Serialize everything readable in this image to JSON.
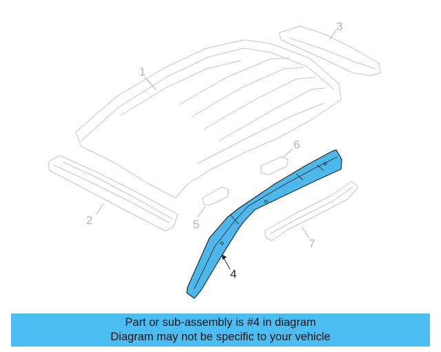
{
  "callouts": {
    "c1": "1",
    "c2": "2",
    "c3": "3",
    "c4": "4",
    "c5": "5",
    "c6": "6",
    "c7": "7"
  },
  "highlight_color": "#4bbdf3",
  "banner": {
    "line1": "Part or sub-assembly is #4 in diagram",
    "line2": "Diagram may not be specific to your vehicle"
  }
}
